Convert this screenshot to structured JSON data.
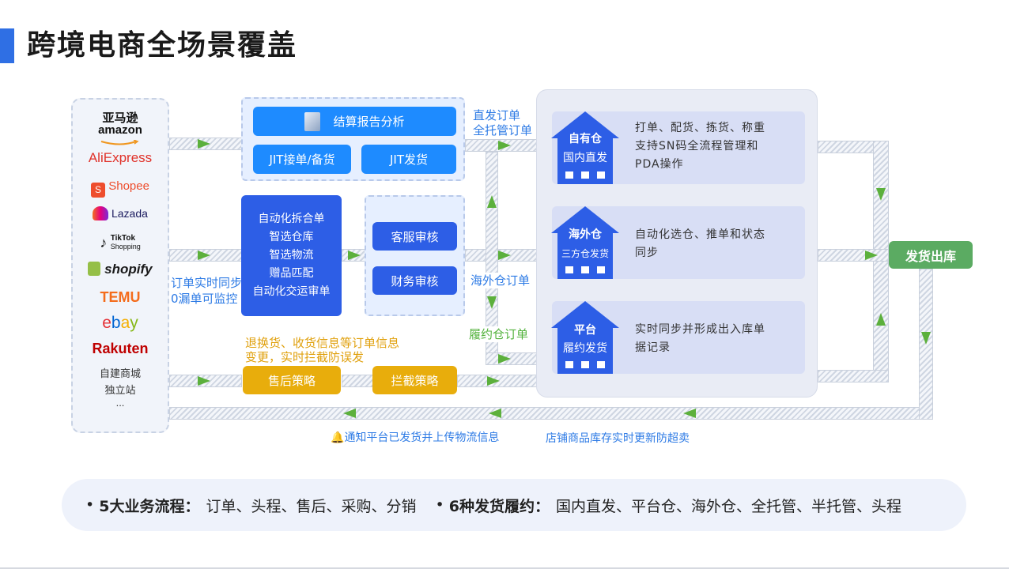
{
  "title": "跨境电商全场景覆盖",
  "platforms": {
    "amazon_cn": "亚马逊",
    "amazon": "amazon",
    "aliexpress": "AliExpress",
    "shopee": "Shopee",
    "lazada": "Lazada",
    "tiktok": "TikTok",
    "tiktok_sub": "Shopping",
    "shopify": "shopify",
    "temu": "TEMU",
    "ebay": "ebay",
    "rakuten": "Rakuten",
    "own_mall": "自建商城",
    "indie_site": "独立站",
    "more": "..."
  },
  "sync_note": {
    "line1": "订单实时同步",
    "line2": "0漏单可监控"
  },
  "top_panel": {
    "settlement": "结算报告分析",
    "jit_receive": "JIT接单/备货",
    "jit_ship": "JIT发货"
  },
  "auto_panel": {
    "line1": "自动化拆合单",
    "line2": "智选仓库",
    "line3": "智选物流",
    "line4": "赠品匹配",
    "line5": "自动化交运审单"
  },
  "review_panel": {
    "service": "客服审核",
    "finance": "财务审核"
  },
  "after_sale_note": {
    "line1": "退换货、收货信息等订单信息",
    "line2": "变更，实时拦截防误发"
  },
  "after_sale": "售后策略",
  "intercept": "拦截策略",
  "order_labels": {
    "direct1": "直发订单",
    "direct2": "全托管订单",
    "overseas": "海外仓订单",
    "fulfill": "履约仓订单"
  },
  "warehouses": [
    {
      "name": "自有仓",
      "sub": "国内直发",
      "desc1": "打单、配货、拣货、称重",
      "desc2": "支持SN码全流程管理和",
      "desc3": "PDA操作"
    },
    {
      "name": "海外仓",
      "sub": "三方仓发货",
      "desc1": "自动化选仓、推单和状态",
      "desc2": "同步",
      "desc3": ""
    },
    {
      "name": "平台",
      "sub": "履约发货",
      "desc1": "实时同步并形成出入库单",
      "desc2": "据记录",
      "desc3": ""
    }
  ],
  "ship_out": "发货出库",
  "feedback": {
    "notify": "通知平台已发货并上传物流信息",
    "stock": "店铺商品库存实时更新防超卖"
  },
  "summary": {
    "label1": "5大业务流程：",
    "value1": "订单、头程、售后、采购、分销",
    "label2": "6种发货履约：",
    "value2": "国内直发、平台仓、海外仓、全托管、半托管、头程"
  },
  "colors": {
    "accent": "#2f6fe4",
    "button_blue": "#1e8bff",
    "button_dark": "#2d5ee6",
    "button_yellow": "#e8ad0c",
    "ship_green": "#5bab62",
    "arrow_green": "#5cb03c"
  }
}
